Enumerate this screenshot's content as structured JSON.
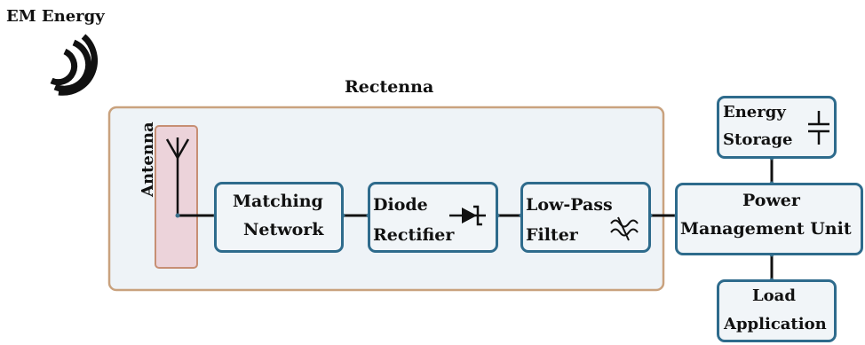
{
  "em_energy": {
    "label": "EM Energy"
  },
  "rectenna": {
    "label": "Rectenna"
  },
  "antenna": {
    "label": "Antenna"
  },
  "matching_network": {
    "line1": "Matching",
    "line2": "Network"
  },
  "diode_rectifier": {
    "line1": "Diode",
    "line2": "Rectifier"
  },
  "low_pass_filter": {
    "line1": "Low-Pass",
    "line2": "Filter"
  },
  "power_management_unit": {
    "line1": "Power",
    "line2": "Management Unit"
  },
  "energy_storage": {
    "line1": "Energy",
    "line2": "Storage"
  },
  "load_application": {
    "line1": "Load",
    "line2": "Application"
  },
  "colors": {
    "block_border": "#2e6b8c",
    "rectenna_border": "#c9a27e",
    "rectenna_fill": "#eef3f7",
    "antenna_fill": "#ecd3da",
    "antenna_border": "#c78f74"
  }
}
